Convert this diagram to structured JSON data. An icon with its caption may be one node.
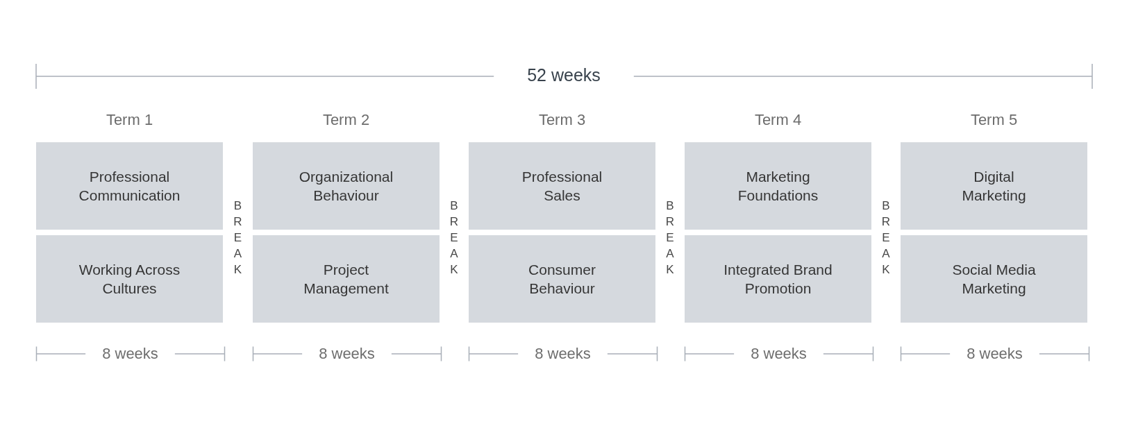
{
  "diagram": {
    "nodes": [
      {
        "text": [
          "Professional Communication"
        ]
      },
      {
        "text": [
          "Organizational Behaviour"
        ]
      },
      {
        "text": [
          "Professional Sales"
        ]
      },
      {
        "text": [
          "Marketing Foundations"
        ]
      },
      {
        "text": [
          "Digital Marketing"
        ]
      },
      {
        "text": [
          "Working Across Cultures"
        ]
      },
      {
        "text": [
          "Project Management"
        ]
      },
      {
        "text": [
          "Consumer Behaviour"
        ]
      },
      {
        "text": [
          "Integrated Brand Promotion"
        ]
      },
      {
        "text": [
          "Social Media Marketing"
        ]
      }
    ],
    "labels": [
      "52 weeks",
      "Term 1",
      "Term 2",
      "Term 3",
      "Term 4",
      "Term 5",
      "BREAK",
      "BREAK",
      "BREAK",
      "BREAK",
      "8 weeks",
      "8 weeks",
      "8 weeks",
      "8 weeks",
      "8 weeks"
    ]
  }
}
